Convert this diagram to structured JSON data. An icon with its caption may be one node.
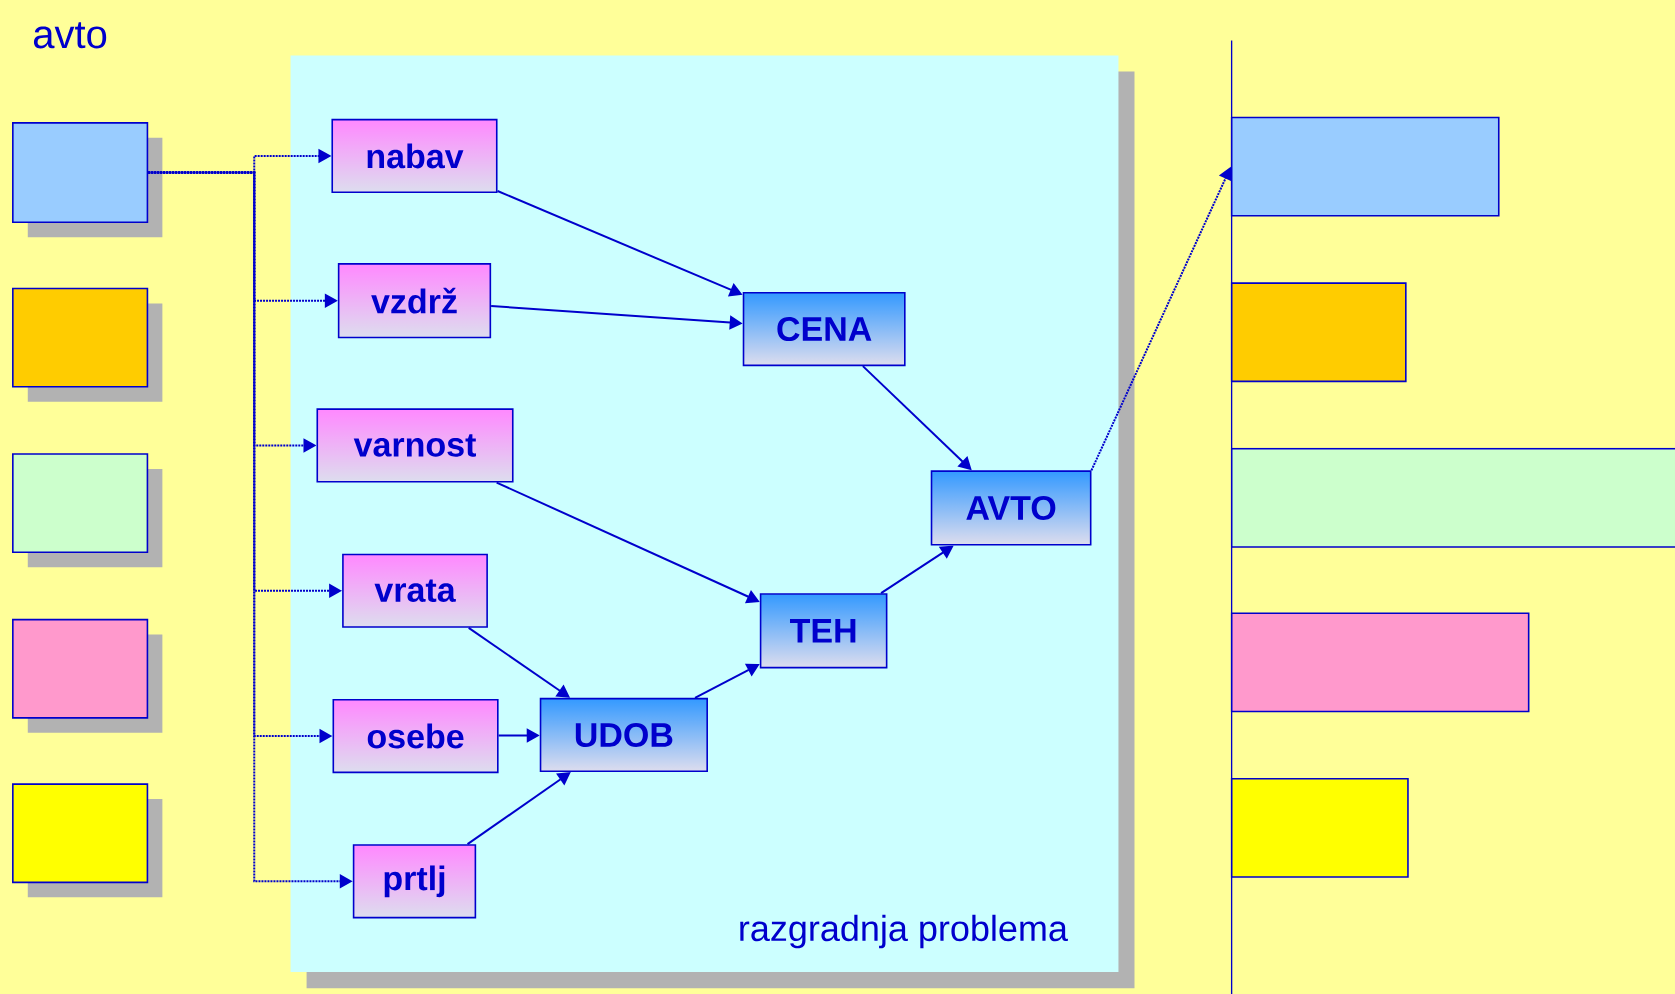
{
  "diagram": {
    "title": "avto",
    "nodes": [
      {
        "text": [],
        "shape": "box"
      },
      {
        "text": [],
        "shape": "box"
      },
      {
        "text": [],
        "shape": "box"
      },
      {
        "text": [],
        "shape": "box"
      },
      {
        "text": [],
        "shape": "box"
      },
      {
        "text": [
          "razgradnja problema"
        ]
      },
      {
        "text": [
          "nabav"
        ],
        "in": 5
      },
      {
        "text": [
          "vzdrž"
        ],
        "in": 5
      },
      {
        "text": [
          "varnost"
        ],
        "in": 5
      },
      {
        "text": [
          "vrata"
        ],
        "in": 5
      },
      {
        "text": [
          "osebe"
        ],
        "in": 5
      },
      {
        "text": [
          "prtlj"
        ],
        "in": 5
      },
      {
        "text": [
          "CENA"
        ],
        "in": 5
      },
      {
        "text": [
          "AVTO"
        ],
        "in": 5
      },
      {
        "text": [
          "UDOB"
        ],
        "in": 5
      },
      {
        "text": [
          "TEH"
        ],
        "in": 5
      },
      {
        "text": [],
        "shape": "bar"
      },
      {
        "text": [],
        "shape": "bar"
      },
      {
        "text": [],
        "shape": "bar"
      },
      {
        "text": [],
        "shape": "bar"
      },
      {
        "text": [],
        "shape": "bar"
      }
    ],
    "edges": [
      {
        "from": 0,
        "to": 6,
        "arrow": "to",
        "style": "dashed"
      },
      {
        "from": 0,
        "to": 7,
        "arrow": "to",
        "style": "dashed"
      },
      {
        "from": 0,
        "to": 8,
        "arrow": "to",
        "style": "dashed"
      },
      {
        "from": 0,
        "to": 9,
        "arrow": "to",
        "style": "dashed"
      },
      {
        "from": 0,
        "to": 10,
        "arrow": "to",
        "style": "dashed"
      },
      {
        "from": 0,
        "to": 11,
        "arrow": "to",
        "style": "dashed"
      },
      {
        "from": 6,
        "to": 12,
        "arrow": "to"
      },
      {
        "from": 7,
        "to": 12,
        "arrow": "to"
      },
      {
        "from": 8,
        "to": 15,
        "arrow": "to"
      },
      {
        "from": 9,
        "to": 14,
        "arrow": "to"
      },
      {
        "from": 10,
        "to": 14,
        "arrow": "to"
      },
      {
        "from": 11,
        "to": 14,
        "arrow": "to"
      },
      {
        "from": 14,
        "to": 15,
        "arrow": "to"
      },
      {
        "from": 12,
        "to": 13,
        "arrow": "to"
      },
      {
        "from": 15,
        "to": 13,
        "arrow": "to"
      },
      {
        "from": 13,
        "to": 16,
        "arrow": "to",
        "style": "dashed"
      }
    ]
  }
}
